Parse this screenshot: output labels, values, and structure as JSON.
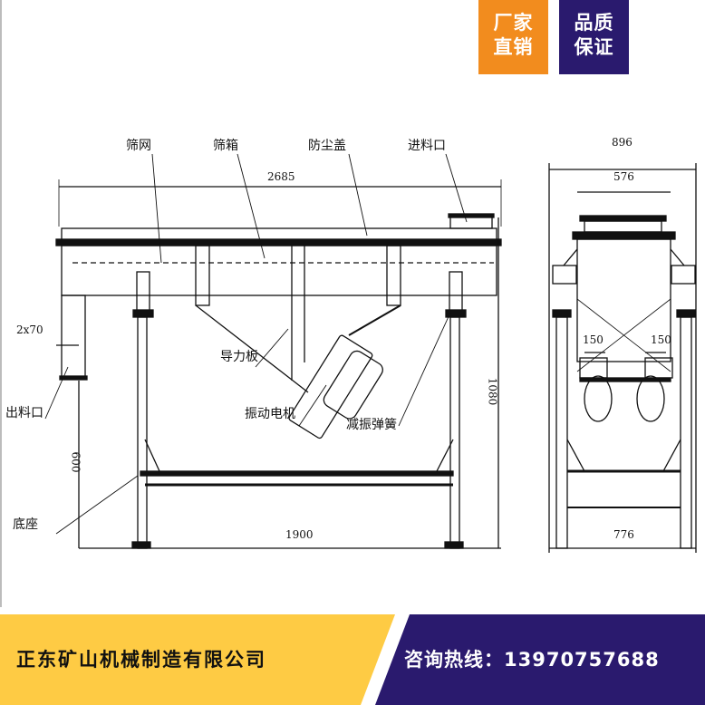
{
  "badges": [
    {
      "line1": "厂家",
      "line2": "直销",
      "color": "#F28C1E"
    },
    {
      "line1": "品质",
      "line2": "保证",
      "color": "#2A1A6E"
    }
  ],
  "labels": {
    "screen_mesh": "筛网",
    "screen_box": "筛箱",
    "dust_cover": "防尘盖",
    "feed_inlet": "进料口",
    "outlet_size": "2x70",
    "discharge_outlet": "出料口",
    "guide_plate": "导力板",
    "vibration_motor": "振动电机",
    "damping_spring": "减振弹簧",
    "base": "底座"
  },
  "dimensions": {
    "total_length": "2685",
    "total_height": "1080",
    "discharge_height": "600",
    "leg_span": "1900",
    "side_width": "896",
    "inlet_width": "576",
    "motor_offset_left": "150",
    "motor_offset_right": "150",
    "side_leg_span": "776"
  },
  "banner": {
    "company": "正东矿山机械制造有限公司",
    "hotline": "咨询热线：13970757688",
    "left_color": "#FECB44",
    "right_color": "#2A1A6E"
  }
}
